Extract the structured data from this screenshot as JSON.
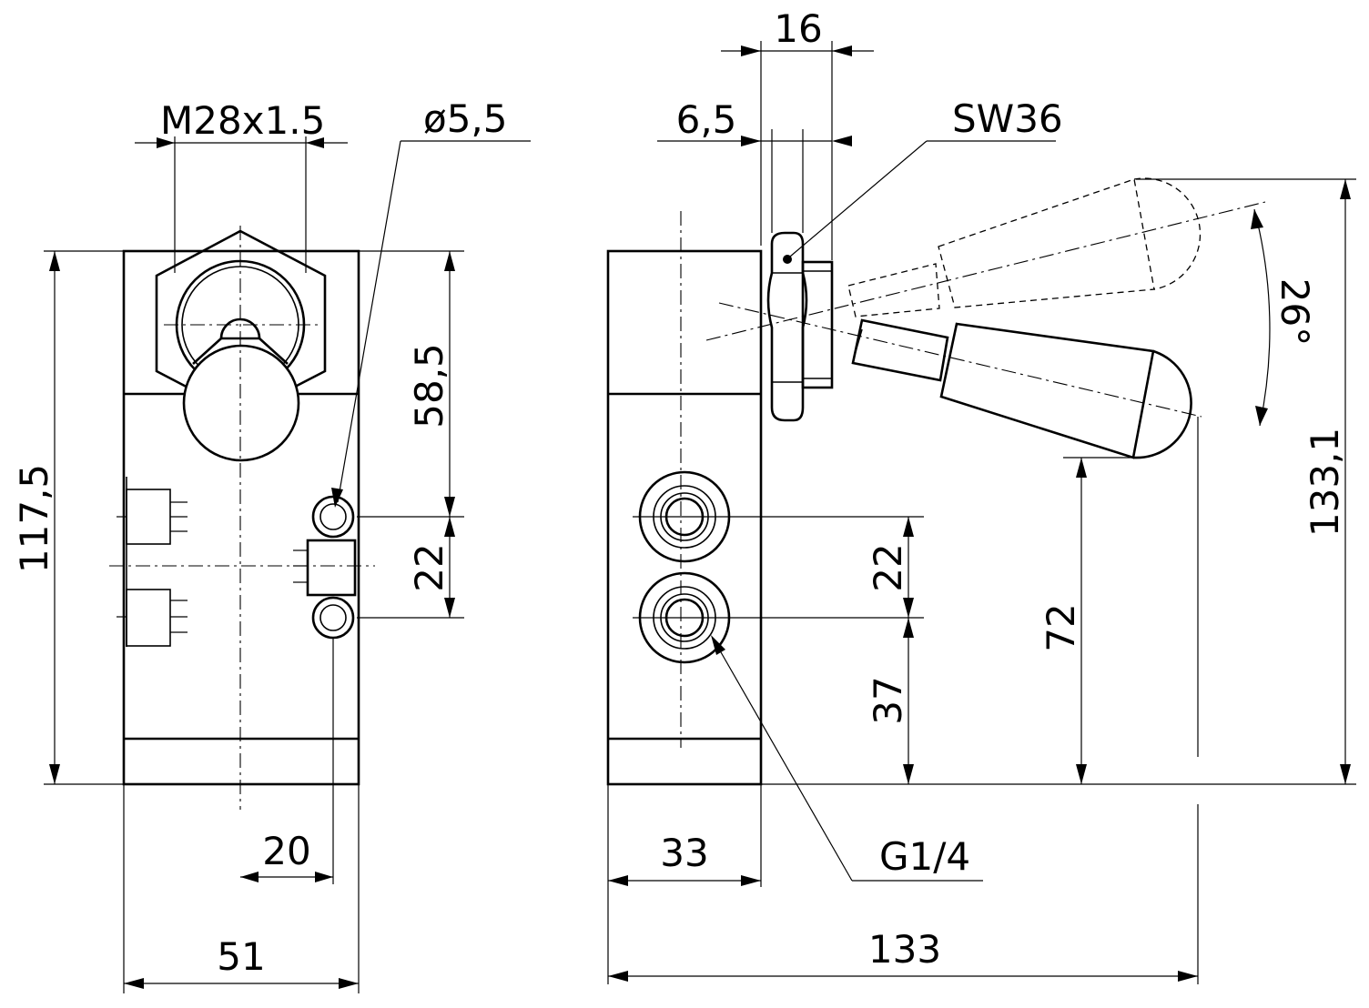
{
  "drawing": {
    "left_view": {
      "thread": "M28x1.5",
      "hole_diameter": "ø5,5",
      "width_overall": "51",
      "hole_offset": "20",
      "height_overall": "117,5",
      "lever_axis_height": "58,5",
      "hole_spacing": "22"
    },
    "right_view": {
      "nut_thickness": "16",
      "flange_thickness": "6,5",
      "wrench_size": "SW36",
      "lever_angle": "26°",
      "total_height": "133,1",
      "knob_height": "72",
      "port_spacing": "22",
      "port_height": "37",
      "body_depth": "33",
      "port_thread": "G1/4",
      "overall_length": "133"
    }
  }
}
